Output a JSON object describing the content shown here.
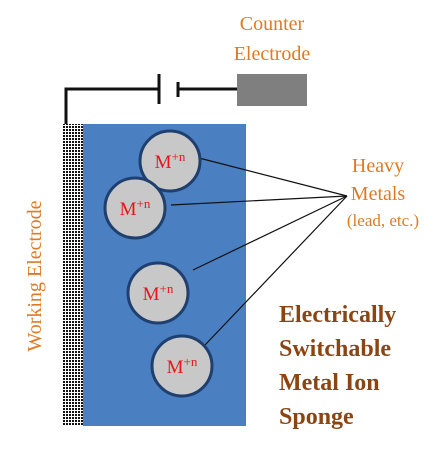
{
  "counter_electrode": {
    "line1": "Counter",
    "line2": "Electrode"
  },
  "working_electrode": {
    "label": "Working Electrode"
  },
  "heavy_metals": {
    "line1": "Heavy",
    "line2": "Metals",
    "line3": "(lead, etc.)"
  },
  "sponge": {
    "line1": "Electrically",
    "line2": "Switchable",
    "line3": "Metal Ion",
    "line4": "Sponge"
  },
  "ion": {
    "base": "M",
    "charge": "+n"
  },
  "colors": {
    "orange_text": "#E07A22",
    "brown_text": "#8B4513",
    "ion_text": "#E8141C",
    "sponge_blue": "#4A7FC1",
    "ion_fill": "#C8C8C8",
    "ion_stroke": "#1F3F6E",
    "counter_block": "#7F7F7F"
  }
}
